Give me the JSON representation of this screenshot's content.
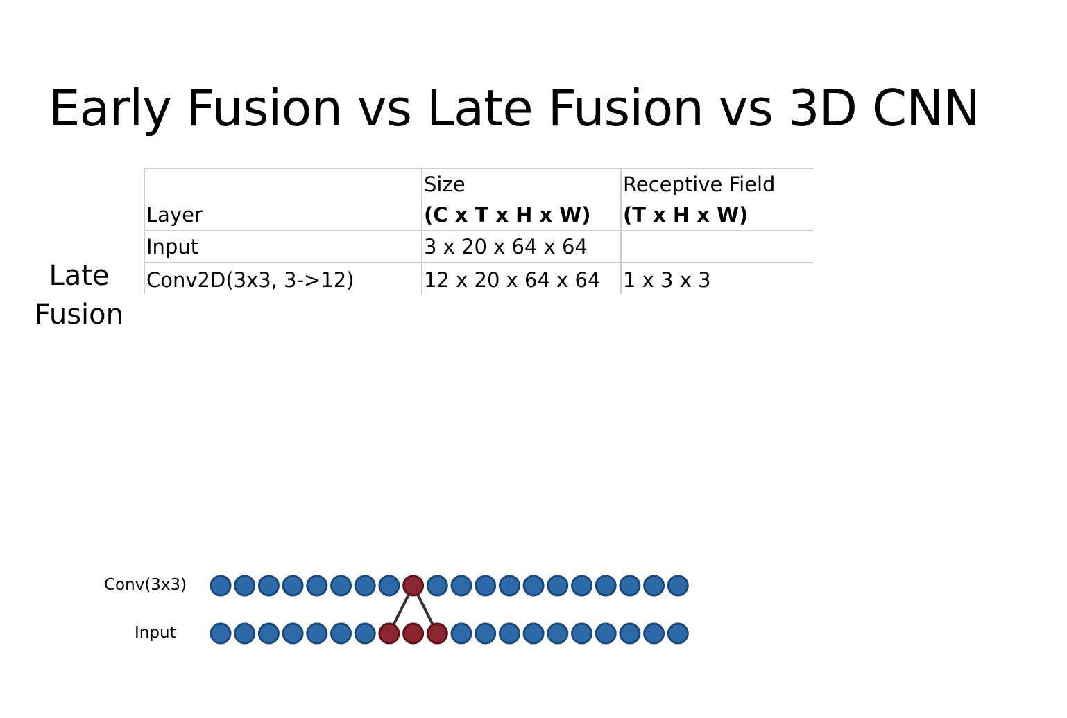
{
  "title": "Early Fusion vs Late Fusion vs 3D CNN",
  "side_label": {
    "line1": "Late",
    "line2": "Fusion"
  },
  "table": {
    "headers": {
      "layer": "Layer",
      "size_line1": "Size",
      "size_line2": "(C x T x H x W)",
      "rf_line1": "Receptive Field",
      "rf_line2": "(T x H x W)"
    },
    "rows": [
      {
        "layer": "Input",
        "size": "3 x 20 x 64 x 64",
        "rf": ""
      },
      {
        "layer": "Conv2D(3x3, 3->12)",
        "size": "12 x 20 x 64 x 64",
        "rf": "1 x 3 x 3"
      }
    ]
  },
  "diagram": {
    "top_label": "Conv(3x3)",
    "bottom_label": "Input",
    "node_count": 20,
    "top_highlight": [
      8
    ],
    "bottom_highlight": [
      7,
      8,
      9
    ],
    "colors": {
      "node_fill": "#2e6aa8",
      "node_stroke": "#1a4a7a",
      "highlight_fill": "#8b2530",
      "highlight_stroke": "#5e1219",
      "edge": "#333333"
    }
  }
}
